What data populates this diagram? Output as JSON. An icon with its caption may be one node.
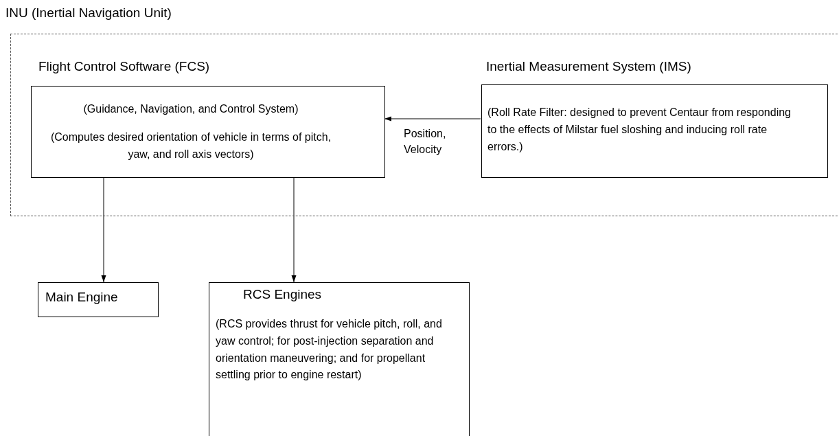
{
  "diagram": {
    "nodes": [
      {
        "text": [
          "INU (Inertial Navigation Unit)"
        ]
      },
      {
        "text": [
          "Flight Control Software (FCS)",
          "(Guidance, Navigation, and Control System)",
          "(Computes desired orientation of vehicle in terms of pitch, yaw, and roll axis vectors)"
        ],
        "in": 0
      },
      {
        "text": [
          "Inertial Measurement System (IMS)",
          "(Roll Rate Filter:  designed to prevent Centaur from responding to the effects of Milstar fuel sloshing and inducing roll rate errors.)"
        ],
        "in": 0
      },
      {
        "text": [
          "Main Engine"
        ]
      },
      {
        "text": [
          "RCS Engines",
          "(RCS provides thrust for vehicle pitch, roll, and yaw control; for post-injection separation and orientation maneuvering; and for propellant settling prior to engine restart)"
        ]
      }
    ],
    "edges": [
      {
        "from": 2,
        "to": 1,
        "arrow": "to",
        "label": "Position, Velocity"
      },
      {
        "from": 1,
        "to": 3,
        "arrow": "to"
      },
      {
        "from": 1,
        "to": 4,
        "arrow": "to"
      }
    ]
  }
}
